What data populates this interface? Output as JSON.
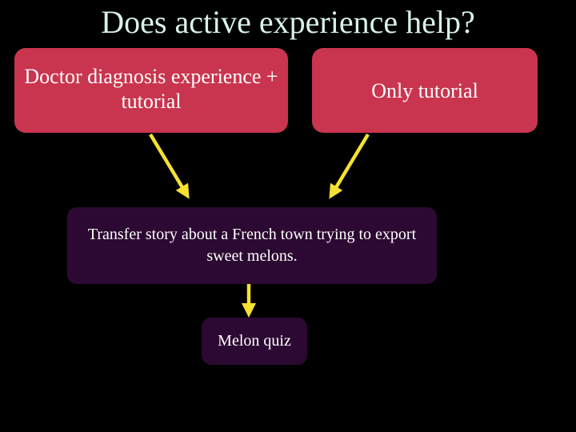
{
  "title": "Does active experience help?",
  "boxes": {
    "doctor": "Doctor diagnosis experience + tutorial",
    "tutorial": "Only tutorial",
    "transfer": "Transfer story about a French town trying to export sweet melons.",
    "quiz": "Melon quiz"
  },
  "colors": {
    "background": "#000000",
    "title": "#d7f1ea",
    "condition_box": "#c9354e",
    "task_box": "#2c0932",
    "arrow": "#f5e132"
  }
}
